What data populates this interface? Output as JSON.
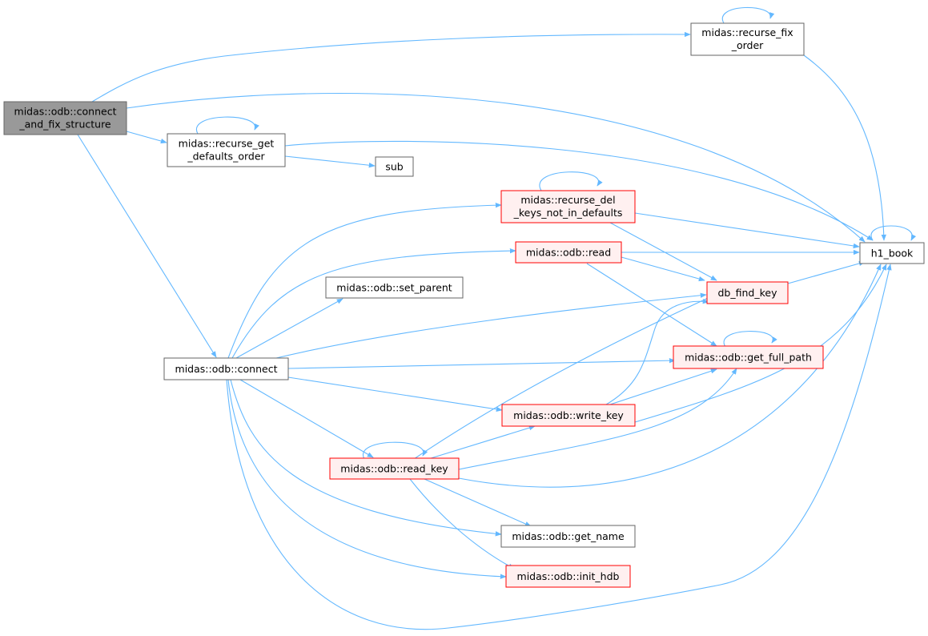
{
  "colors": {
    "edge": "#63b8ff",
    "border_normal": "#666666",
    "border_red": "#ff0000",
    "fill_normal": "#ffffff",
    "fill_red": "#fff0f0",
    "fill_root": "#999999"
  },
  "nodes": {
    "connect_and_fix_structure": {
      "lines": [
        "midas::odb::connect",
        "_and_fix_structure"
      ],
      "style": "root"
    },
    "recurse_fix_order": {
      "lines": [
        "midas::recurse_fix",
        "_order"
      ],
      "style": "normal"
    },
    "recurse_get_defaults_order": {
      "lines": [
        "midas::recurse_get",
        "_defaults_order"
      ],
      "style": "normal"
    },
    "sub": {
      "lines": [
        "sub"
      ],
      "style": "normal"
    },
    "recurse_del_keys_not_in_defaults": {
      "lines": [
        "midas::recurse_del",
        "_keys_not_in_defaults"
      ],
      "style": "red"
    },
    "h1_book": {
      "lines": [
        "h1_book"
      ],
      "style": "normal"
    },
    "read": {
      "lines": [
        "midas::odb::read"
      ],
      "style": "red"
    },
    "set_parent": {
      "lines": [
        "midas::odb::set_parent"
      ],
      "style": "normal"
    },
    "db_find_key": {
      "lines": [
        "db_find_key"
      ],
      "style": "red"
    },
    "connect": {
      "lines": [
        "midas::odb::connect"
      ],
      "style": "normal"
    },
    "get_full_path": {
      "lines": [
        "midas::odb::get_full_path"
      ],
      "style": "red"
    },
    "write_key": {
      "lines": [
        "midas::odb::write_key"
      ],
      "style": "red"
    },
    "read_key": {
      "lines": [
        "midas::odb::read_key"
      ],
      "style": "red"
    },
    "get_name": {
      "lines": [
        "midas::odb::get_name"
      ],
      "style": "normal"
    },
    "init_hdb": {
      "lines": [
        "midas::odb::init_hdb"
      ],
      "style": "red"
    }
  },
  "edges": [
    {
      "from": "connect_and_fix_structure",
      "to": "recurse_fix_order"
    },
    {
      "from": "connect_and_fix_structure",
      "to": "h1_book"
    },
    {
      "from": "connect_and_fix_structure",
      "to": "recurse_get_defaults_order"
    },
    {
      "from": "connect_and_fix_structure",
      "to": "connect"
    },
    {
      "from": "recurse_fix_order",
      "to": "recurse_fix_order"
    },
    {
      "from": "recurse_fix_order",
      "to": "h1_book"
    },
    {
      "from": "recurse_get_defaults_order",
      "to": "recurse_get_defaults_order"
    },
    {
      "from": "recurse_get_defaults_order",
      "to": "h1_book"
    },
    {
      "from": "recurse_get_defaults_order",
      "to": "sub"
    },
    {
      "from": "recurse_del_keys_not_in_defaults",
      "to": "recurse_del_keys_not_in_defaults"
    },
    {
      "from": "recurse_del_keys_not_in_defaults",
      "to": "h1_book"
    },
    {
      "from": "recurse_del_keys_not_in_defaults",
      "to": "db_find_key"
    },
    {
      "from": "read",
      "to": "h1_book"
    },
    {
      "from": "read",
      "to": "db_find_key"
    },
    {
      "from": "read",
      "to": "get_full_path"
    },
    {
      "from": "db_find_key",
      "to": "h1_book"
    },
    {
      "from": "h1_book",
      "to": "h1_book"
    },
    {
      "from": "get_full_path",
      "to": "get_full_path"
    },
    {
      "from": "connect",
      "to": "recurse_del_keys_not_in_defaults"
    },
    {
      "from": "connect",
      "to": "read"
    },
    {
      "from": "connect",
      "to": "set_parent"
    },
    {
      "from": "connect",
      "to": "db_find_key"
    },
    {
      "from": "connect",
      "to": "get_full_path"
    },
    {
      "from": "connect",
      "to": "write_key"
    },
    {
      "from": "connect",
      "to": "read_key"
    },
    {
      "from": "connect",
      "to": "get_name"
    },
    {
      "from": "connect",
      "to": "init_hdb"
    },
    {
      "from": "connect",
      "to": "h1_book"
    },
    {
      "from": "write_key",
      "to": "db_find_key"
    },
    {
      "from": "write_key",
      "to": "get_full_path"
    },
    {
      "from": "write_key",
      "to": "h1_book"
    },
    {
      "from": "read_key",
      "to": "read_key"
    },
    {
      "from": "read_key",
      "to": "db_find_key"
    },
    {
      "from": "read_key",
      "to": "write_key"
    },
    {
      "from": "read_key",
      "to": "get_full_path"
    },
    {
      "from": "read_key",
      "to": "h1_book"
    },
    {
      "from": "read_key",
      "to": "get_name"
    },
    {
      "from": "read_key",
      "to": "init_hdb"
    }
  ]
}
